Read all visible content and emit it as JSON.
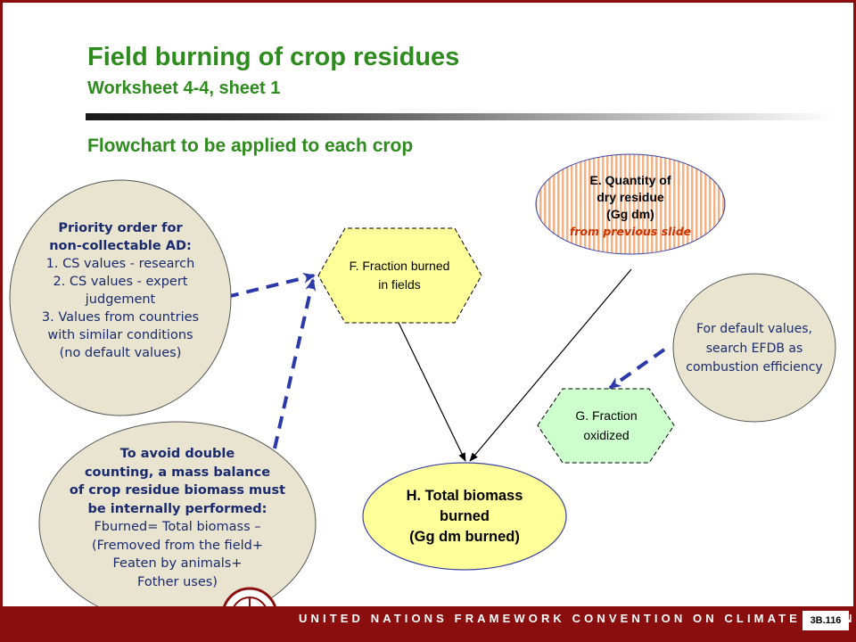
{
  "slide": {
    "title": "Field burning of crop residues",
    "subtitle": "Worksheet 4-4, sheet 1",
    "heading": "Flowchart to be applied to each crop"
  },
  "nodes": {
    "priority": {
      "title_lines": [
        "Priority order for",
        "non-collectable AD:"
      ],
      "items": [
        "1. CS values - research",
        "2. CS values - expert",
        "judgement",
        "3. Values from countries",
        "with similar conditions",
        "(no default values)"
      ]
    },
    "mass_balance": {
      "title_lines": [
        "To avoid double",
        "counting, a mass balance",
        "of crop residue biomass must",
        "be internally performed:"
      ],
      "lines": [
        "Fburned= Total biomass –",
        "(Fremoved from the field+",
        "Featen by animals+",
        "Fother uses)"
      ]
    },
    "fraction_burned": {
      "lines": [
        "F. Fraction burned",
        "in fields"
      ]
    },
    "dry_residue": {
      "lines": [
        "E. Quantity of",
        "dry residue",
        "(Gg dm)"
      ],
      "note": "from previous slide"
    },
    "default_values": {
      "lines": [
        "For default values,",
        "search EFDB as",
        "combustion efficiency"
      ]
    },
    "fraction_oxidized": {
      "lines": [
        "G. Fraction",
        "oxidized"
      ]
    },
    "total_biomass": {
      "lines": [
        "H. Total biomass",
        "burned",
        "(Gg dm burned)"
      ]
    }
  },
  "footer": {
    "text": "UNITED NATIONS FRAMEWORK CONVENTION ON CLIMATE CHANGE",
    "page": "3B.116"
  },
  "colors": {
    "title_green": "#2e8b1e",
    "footer_red": "#8a0e0e",
    "arrow_blue": "#2b3aa8",
    "note_red": "#cc3300",
    "ellipse_fill": "#e8e4d0",
    "hex_yellow": "#ffff99",
    "hex_green": "#ccffcc",
    "total_fill": "#ffff99",
    "stripe_orange": "#f4b183"
  }
}
